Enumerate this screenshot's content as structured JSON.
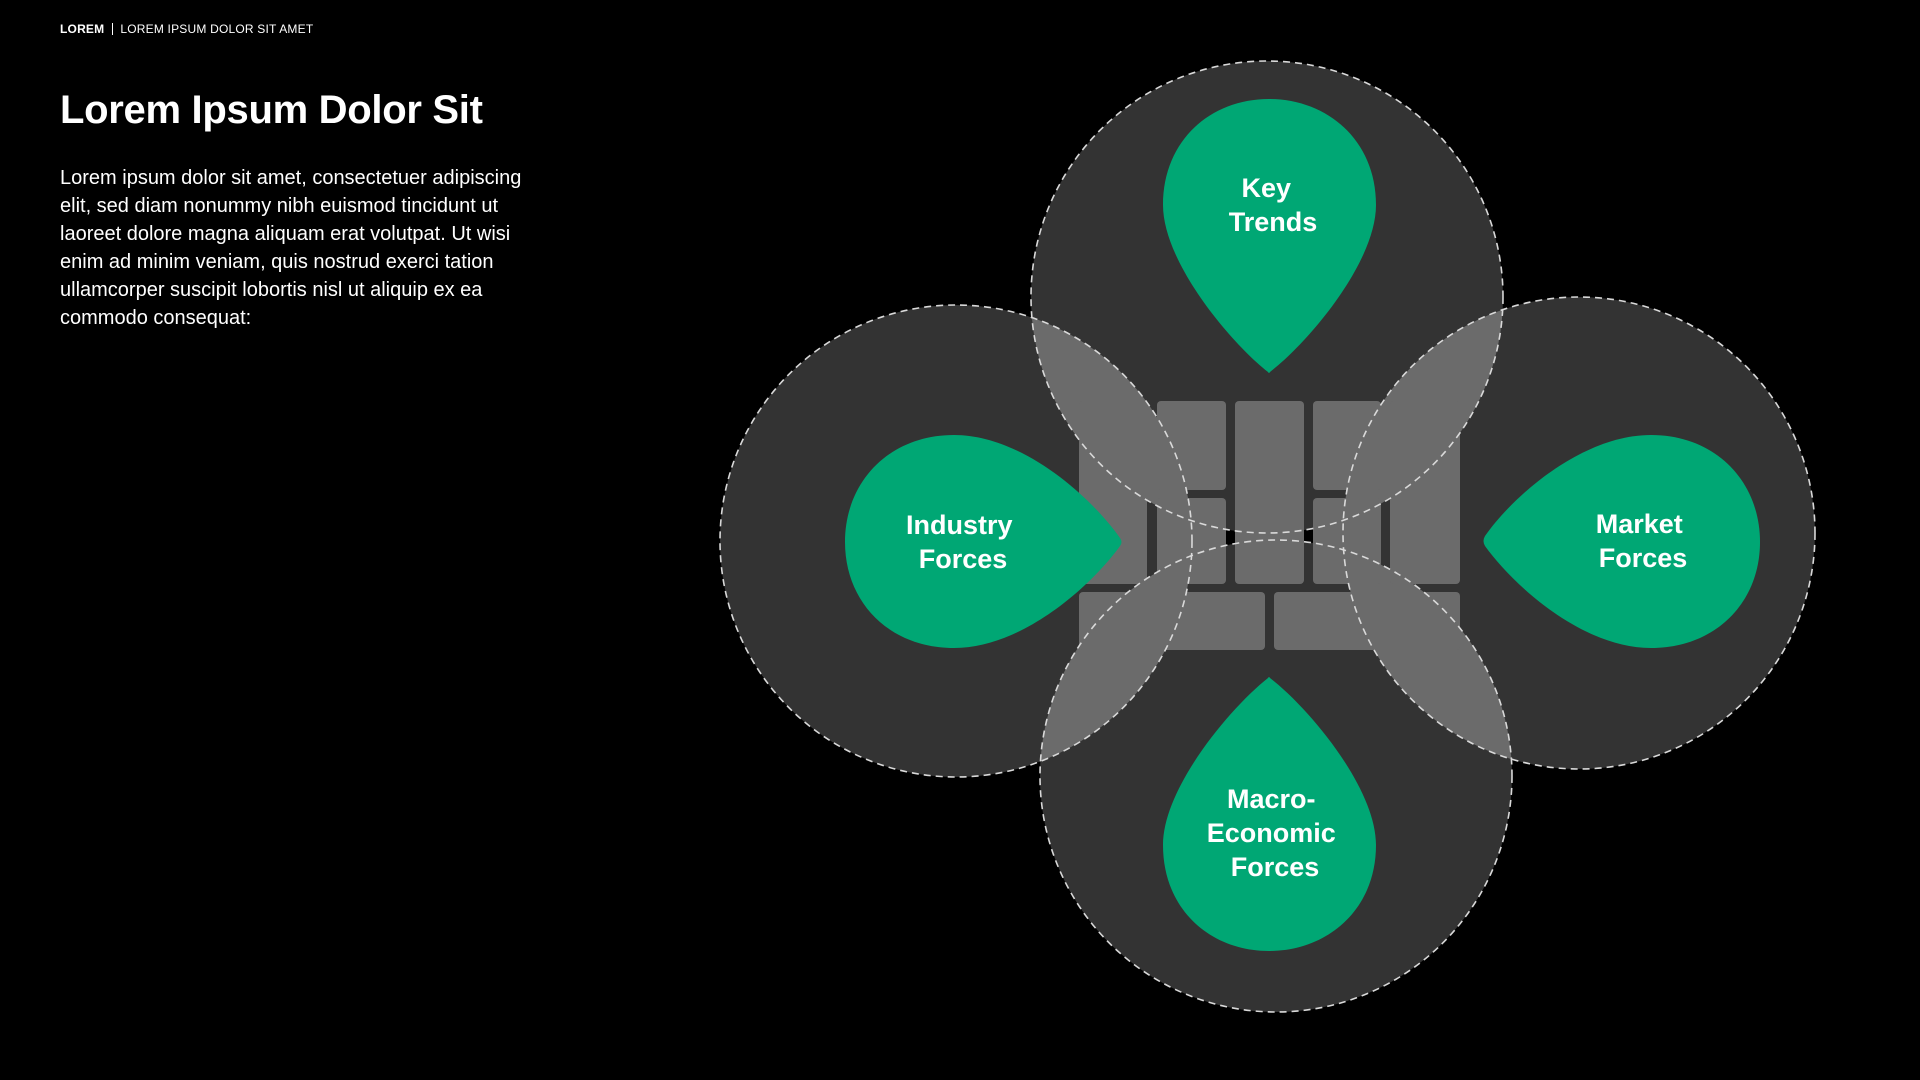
{
  "header": {
    "brand": "LOREM",
    "subtitle": "LOREM IPSUM DOLOR SIT AMET"
  },
  "title": "Lorem Ipsum Dolor Sit",
  "body": "Lorem ipsum dolor sit amet, consectetuer adipiscing elit, sed diam nonummy nibh euismod tincidunt ut laoreet dolore magna aliquam erat volutpat. Ut wisi enim ad minim veniam, quis nostrud exerci tation ullamcorper suscipit lobortis nisl ut aliquip ex ea commodo consequat:",
  "colors": {
    "background": "#000000",
    "circle": "#333333",
    "overlap": "#6b6b6b",
    "accent": "#00a774",
    "text": "#ffffff"
  },
  "forces": {
    "top": {
      "line1": "Key",
      "line2": "Trends"
    },
    "left": {
      "line1": "Industry",
      "line2": "Forces"
    },
    "right": {
      "line1": "Market",
      "line2": "Forces"
    },
    "bottom": {
      "line1": "Macro-",
      "line2": "Economic",
      "line3": "Forces"
    }
  }
}
